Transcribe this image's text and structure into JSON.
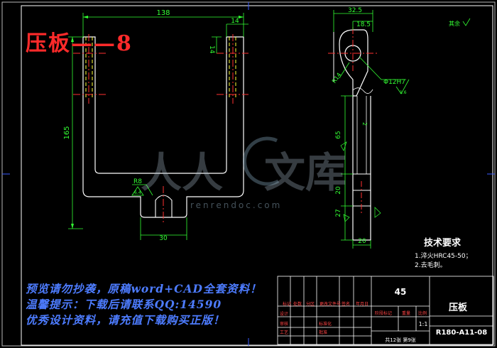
{
  "drawing": {
    "title": "压板——8",
    "dims": {
      "overall_width": "138",
      "arm_width": "14",
      "arm_hole": "14",
      "height": "165",
      "fillet": "R8",
      "fillet_sym": "6.4",
      "tab_width": "30",
      "side_total": "32.5",
      "side_top": "18.5",
      "side_radius": "R14",
      "hole_dia": "Φ12H7",
      "hole_rough": "1.6",
      "slot_65": "65",
      "slot_2": "2",
      "mid_20": "20",
      "low_27": "27",
      "bottom_20": "20"
    },
    "rough_note": "其余"
  },
  "tech": {
    "title": "技术要求",
    "lines": [
      "1.淬火HRC45-50；",
      "2.去毛刺。"
    ]
  },
  "promo": {
    "line1": "预览请勿抄袭，原稿word+CAD全套资料！",
    "line2": "温馨提示：下载后请联系QQ:14590",
    "line3": "优秀设计资料，请充值下载购买正版！"
  },
  "watermark": {
    "text1": "人人",
    "text2": "文库",
    "url": "renrendoc.com"
  },
  "title_block": {
    "material": "45",
    "part_name": "压板",
    "drawing_no": "R180-A11-08",
    "sheet": "共12张 第9张",
    "scale_value": "1:1",
    "headers": [
      "标记",
      "处数",
      "分区",
      "更改文件号",
      "签名",
      "年月日"
    ],
    "stage_labels": [
      "阶段标记",
      "重量",
      "比例"
    ],
    "left_labels": [
      "设计",
      "审核",
      "工艺",
      "标准化",
      "批准"
    ]
  }
}
